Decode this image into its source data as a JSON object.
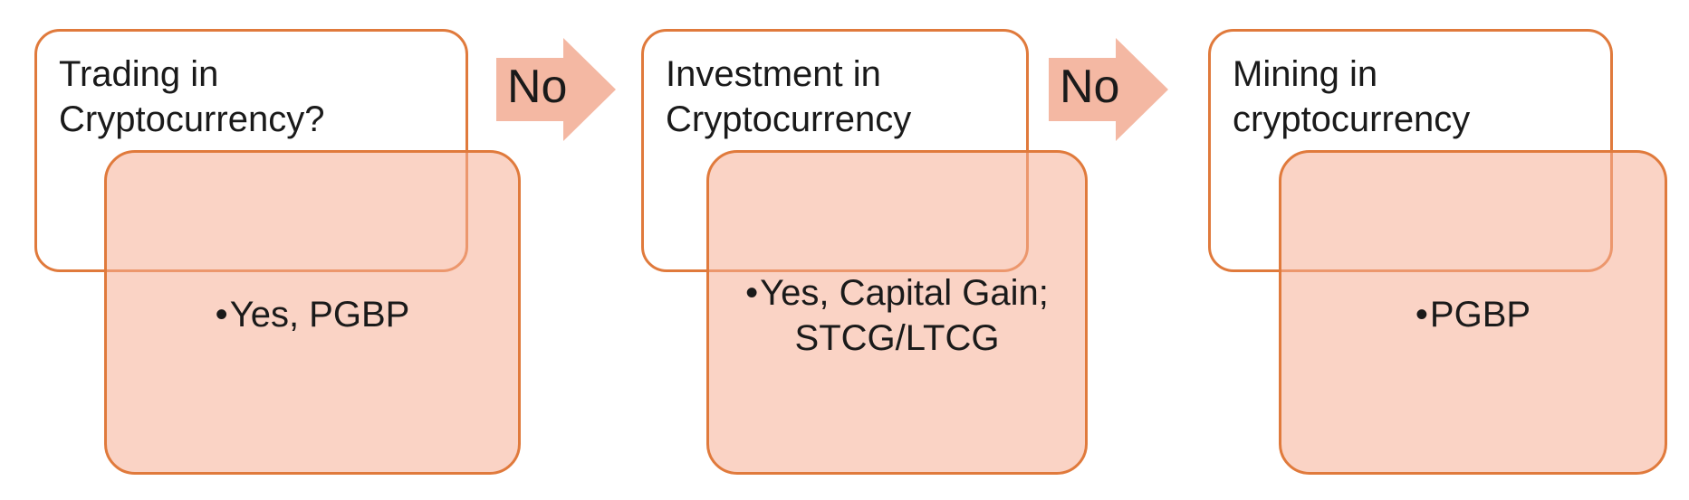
{
  "steps": [
    {
      "question_line1": "Trading in",
      "question_line2": "Cryptocurrency?",
      "bullet": "•",
      "answer_line1": "Yes, PGBP",
      "answer_line2": ""
    },
    {
      "question_line1": "Investment in",
      "question_line2": "Cryptocurrency",
      "bullet": "•",
      "answer_line1": "Yes, Capital Gain;",
      "answer_line2": "STCG/LTCG"
    },
    {
      "question_line1": "Mining in",
      "question_line2": "cryptocurrency",
      "bullet": "•",
      "answer_line1": "PGBP",
      "answer_line2": ""
    }
  ],
  "arrows": [
    {
      "label": "No"
    },
    {
      "label": "No"
    }
  ],
  "colors": {
    "border": "#e07a3c",
    "fill": "#f5af96",
    "arrow": "#f4b8a3",
    "text": "#1a1a1a"
  }
}
